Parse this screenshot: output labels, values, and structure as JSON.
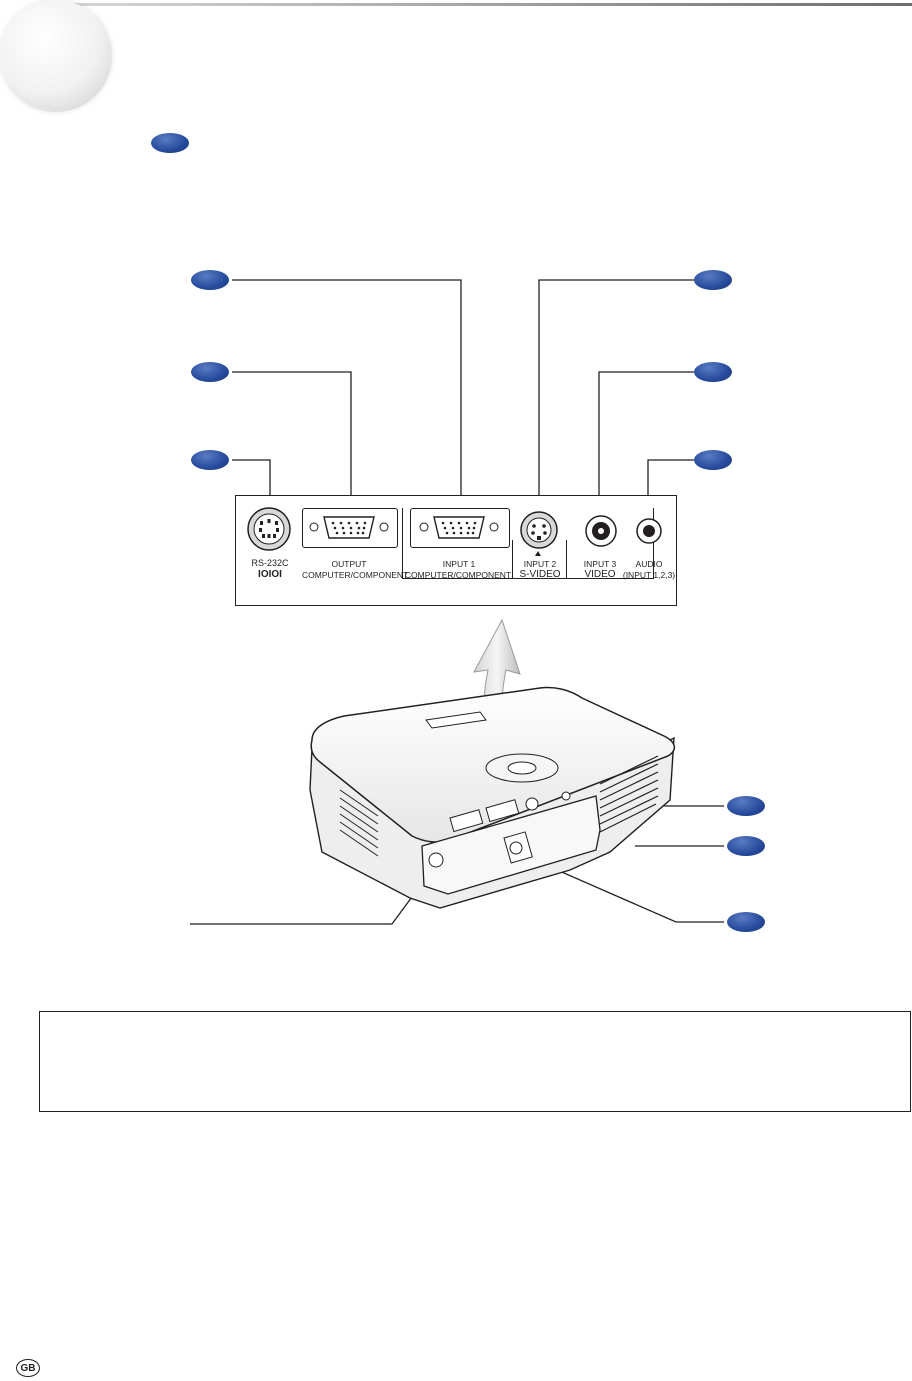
{
  "page": {
    "language_mark": "GB"
  },
  "rear_panel": {
    "rs232c_label": "RS-232C",
    "rs232c_symbol": "IOIOI",
    "output_label": "OUTPUT",
    "output_sub": "COMPUTER/COMPONENT",
    "input1_label": "INPUT 1",
    "input1_sub": "COMPUTER/COMPONENT",
    "input2_label": "INPUT 2",
    "input2_sub": "S-VIDEO",
    "input3_label": "INPUT 3",
    "input3_sub": "VIDEO",
    "audio_label": "AUDIO",
    "audio_sub": "(INPUT 1,2,3)"
  },
  "colors": {
    "badge": "#264a9c",
    "line": "#231f20"
  }
}
